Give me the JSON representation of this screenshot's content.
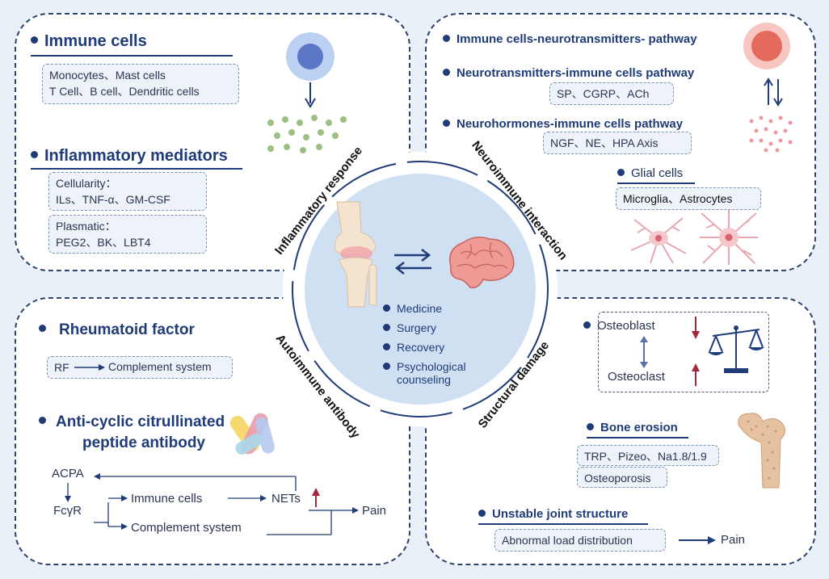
{
  "top_left": {
    "immune_cells_title": "Immune cells",
    "immune_cells_line1": "Monocytes、Mast cells",
    "immune_cells_line2": "T Cell、B cell、Dendritic cells",
    "mediators_title": "Inflammatory mediators",
    "cellularity_label": "Cellularity：",
    "cellularity_items": "ILs、TNF-α、GM-CSF",
    "plasmatic_label": "Plasmatic：",
    "plasmatic_items": "PEG2、BK、LBT4"
  },
  "top_right": {
    "pathway1": "Immune cells-neurotransmitters- pathway",
    "pathway2": "Neurotransmitters-immune cells pathway",
    "pathway2_items": "SP、CGRP、ACh",
    "pathway3": "Neurohormones-immune cells pathway",
    "pathway3_items": "NGF、NE、HPA Axis",
    "glial_title": "Glial cells",
    "glial_items": "Microglia、Astrocytes"
  },
  "bottom_left": {
    "rf_title": "Rheumatoid factor",
    "rf_flow_start": "RF",
    "rf_flow_end": "Complement system",
    "accp_title_line1": "Anti-cyclic citrullinated",
    "accp_title_line2": "peptide antibody",
    "acpa": "ACPA",
    "fcgr": "FcγR",
    "immune_cells": "Immune cells",
    "complement": "Complement system",
    "nets": "NETs",
    "pain": "Pain"
  },
  "bottom_right": {
    "osteoblast": "Osteoblast",
    "osteoclast": "Osteoclast",
    "bone_erosion_title": "Bone erosion",
    "bone_erosion_items": "TRP、Pizeo、Na1.8/1.9",
    "osteoporosis": "Osteoporosis",
    "unstable_title": "Unstable joint structure",
    "abnormal_load": "Abnormal load distribution",
    "pain": "Pain"
  },
  "ring_labels": {
    "inflammatory": "Inflammatory response",
    "neuroimmune": "Neuroimmune interaction",
    "autoimmune": "Autoimmune antibody",
    "structural": "Structural damage"
  },
  "center": {
    "items": [
      "Medicine",
      "Surgery",
      "Recovery",
      "Psychological",
      "counseling"
    ]
  },
  "colors": {
    "navy": "#1f3b78",
    "panel_border": "#2c4370",
    "center_fill": "#cfe0f3",
    "red_arrow": "#a3283c"
  }
}
